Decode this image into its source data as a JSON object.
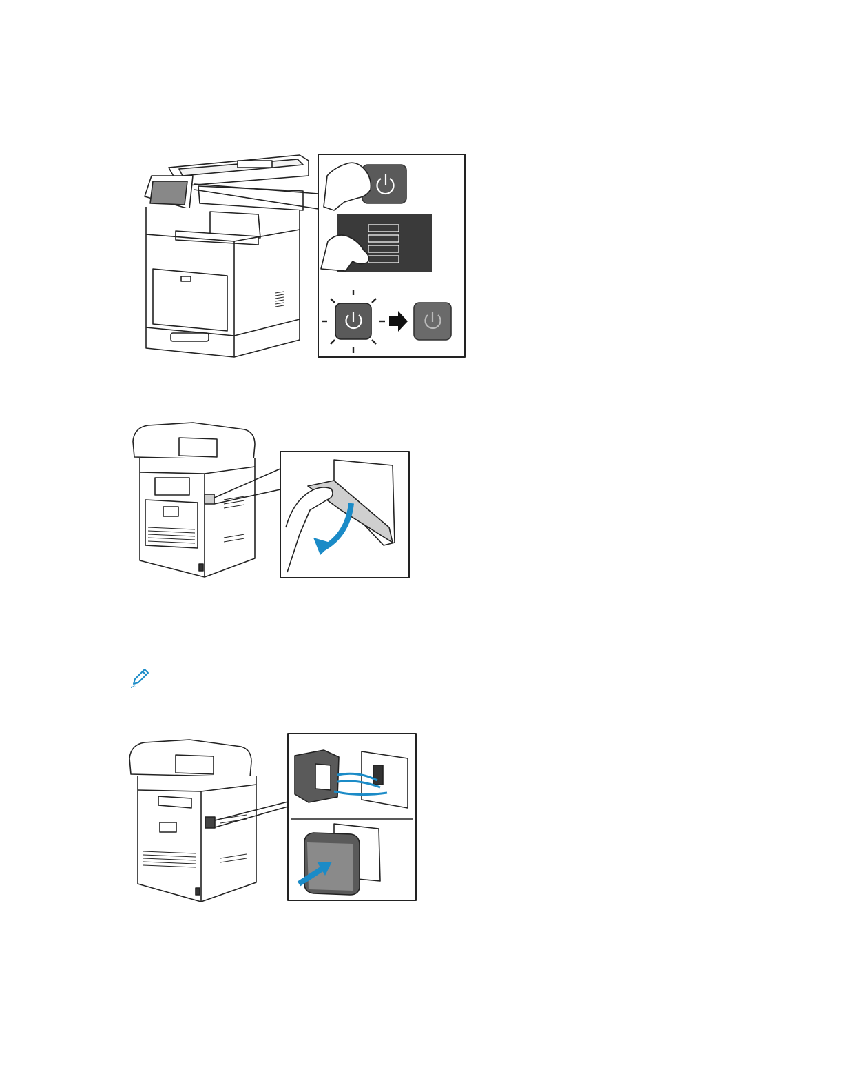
{
  "figures": [
    {
      "id": "power-off",
      "callouts": [
        "press-power",
        "select-power-off",
        "light-blinks-then-off"
      ]
    },
    {
      "id": "open-port-cover",
      "callouts": [
        "pull-cover-down"
      ]
    },
    {
      "id": "install-adapter",
      "callouts": [
        "plug-in-adapter",
        "push-adapter-in"
      ]
    }
  ],
  "icons": {
    "note": "pencil-note-icon",
    "power": "power-icon",
    "arrow": "arrow-right-icon"
  },
  "colors": {
    "accent_blue": "#1b8bc7",
    "button_gray": "#5a5a5a",
    "panel_dark": "#3a3a3a",
    "line": "#222222",
    "cover_gray": "#cfcfcf"
  }
}
